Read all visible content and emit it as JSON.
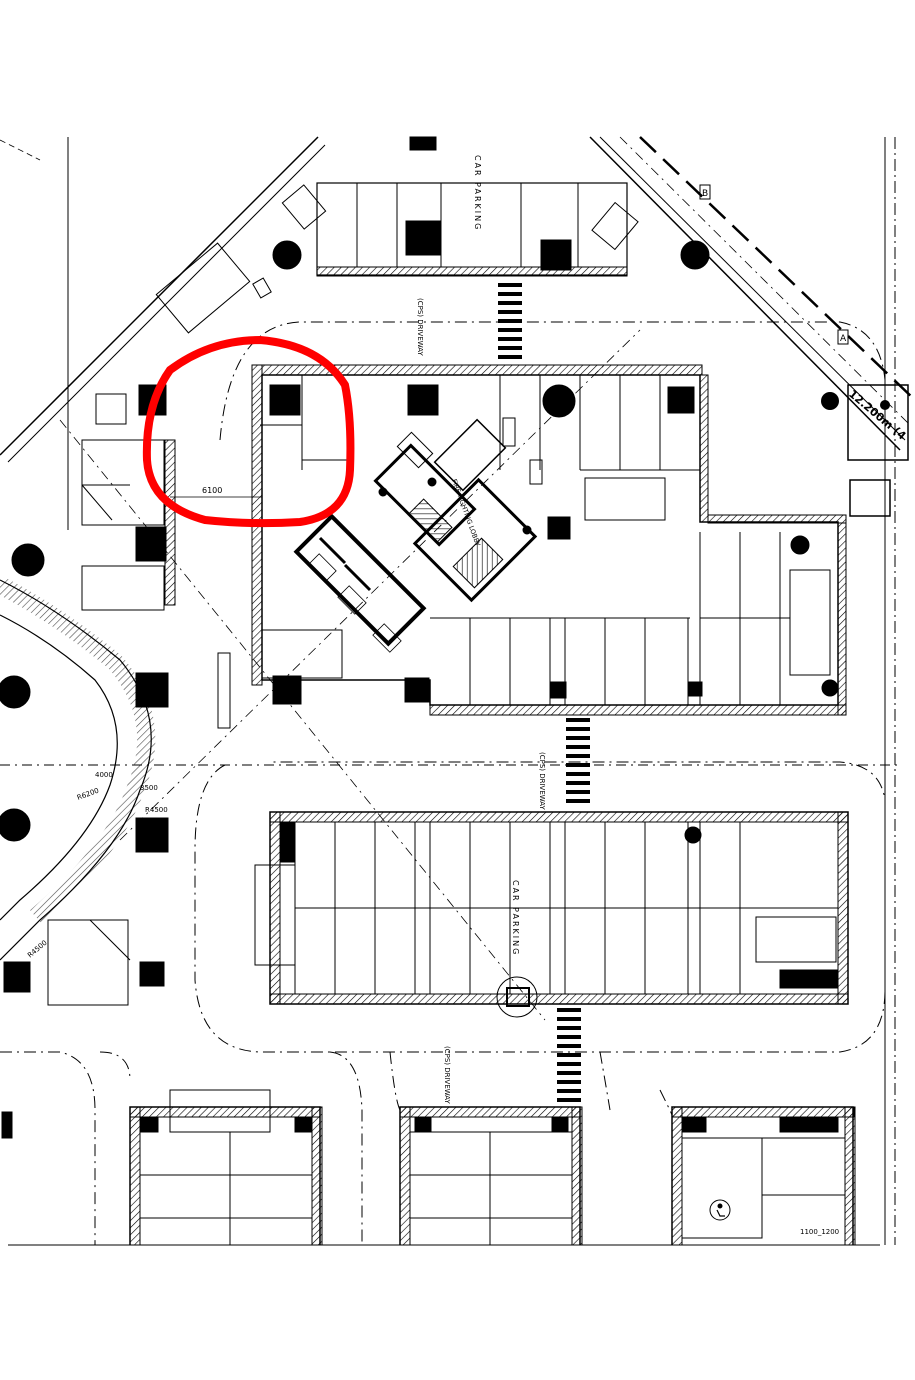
{
  "drawing": {
    "labels": {
      "car_parking_top": "CAR PARKING",
      "driveway_top": "(CPS) DRIVEWAY",
      "driveway_mid": "(CPS) DRIVEWAY",
      "driveway_bottom": "(CPS) DRIVEWAY",
      "car_parking_mid": "CAR PARKING",
      "fire_lobby": "FIRE FIGHTING LOBBY",
      "dim_6100": "6100",
      "dim_12200": "12.200m (4",
      "dim_4000": "4000",
      "dim_3500": "3500",
      "dim_r4500": "R4500",
      "dim_r4500b": "R4500",
      "dim_r6200": "R6200",
      "dim_1100_1200": "1100_1200",
      "section_a": "A",
      "section_b": "B"
    },
    "colors": {
      "line": "#000000",
      "highlight": "#ff0000",
      "background": "#ffffff"
    },
    "icons": [
      "disabled-parking-icon",
      "staircase-icon",
      "lift-icon"
    ]
  }
}
